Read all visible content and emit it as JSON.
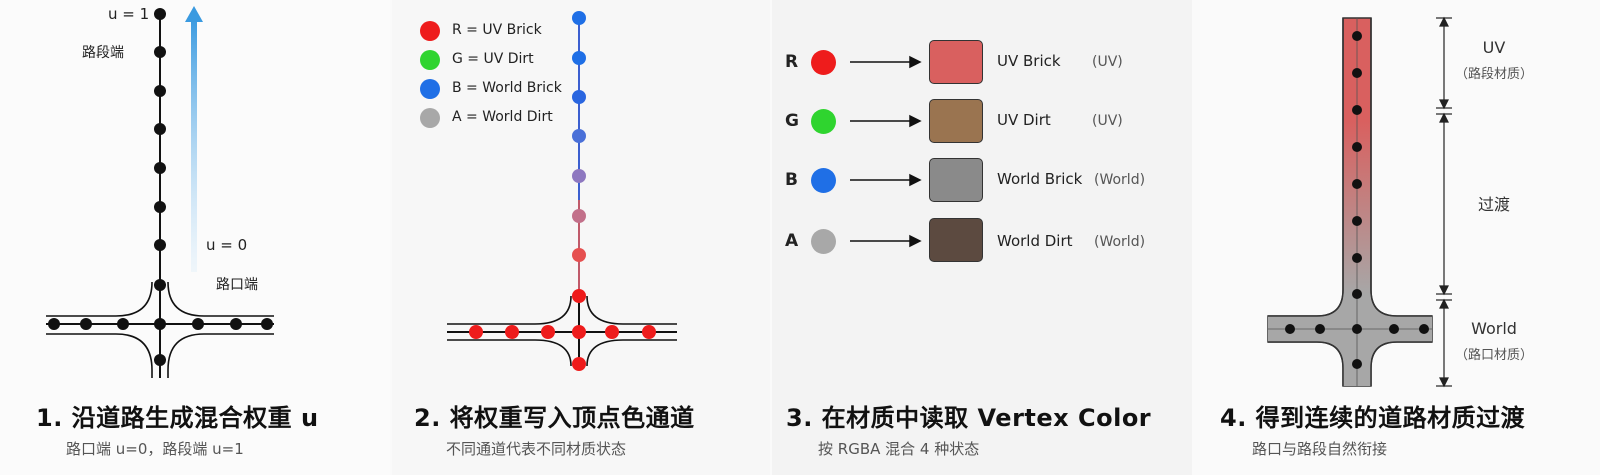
{
  "panel1": {
    "label_u1": "u = 1",
    "label_u0": "u = 0",
    "label_road_end": "路段端",
    "label_intersection_end": "路口端",
    "caption_title": "1. 沿道路生成混合权重 u",
    "caption_sub": "路口端 u=0，路段端 u=1"
  },
  "panel2": {
    "legend": [
      {
        "text": "R = UV Brick",
        "color": "#ee1c1c"
      },
      {
        "text": "G = UV Dirt",
        "color": "#2fd42f"
      },
      {
        "text": "B = World Brick",
        "color": "#1f6fe6"
      },
      {
        "text": "A = World Dirt",
        "color": "#a8a8a8"
      }
    ],
    "caption_title": "2. 将权重写入顶点色通道",
    "caption_sub": "不同通道代表不同材质状态"
  },
  "panel3": {
    "rows": [
      {
        "letter": "R",
        "dot_color": "#ee1c1c",
        "swatch_color": "#d9605f",
        "material": "UV Brick",
        "space": "(UV)"
      },
      {
        "letter": "G",
        "dot_color": "#2fd42f",
        "swatch_color": "#9a7450",
        "material": "UV Dirt",
        "space": "(UV)"
      },
      {
        "letter": "B",
        "dot_color": "#1f6fe6",
        "swatch_color": "#8a8a8a",
        "material": "World Brick",
        "space": "(World)"
      },
      {
        "letter": "A",
        "dot_color": "#a8a8a8",
        "swatch_color": "#5c4a40",
        "material": "World Dirt",
        "space": "(World)"
      }
    ],
    "caption_title": "3. 在材质中读取 Vertex Color",
    "caption_sub": "按 RGBA 混合 4 种状态"
  },
  "panel4": {
    "zone_uv": "UV",
    "zone_uv_sub": "（路段材质）",
    "zone_transition": "过渡",
    "zone_world": "World",
    "zone_world_sub": "（路口材质）",
    "caption_title": "4. 得到连续的道路材质过渡",
    "caption_sub": "路口与路段自然衔接"
  }
}
